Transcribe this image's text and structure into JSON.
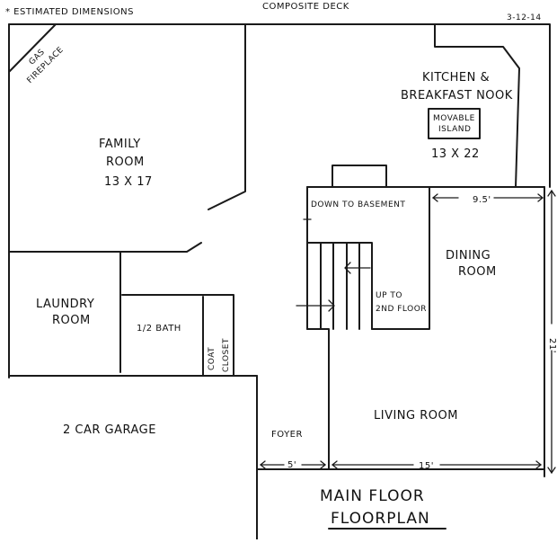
{
  "header": {
    "note": "* ESTIMATED DIMENSIONS",
    "deck": "COMPOSITE DECK",
    "date": "3-12-14"
  },
  "rooms": {
    "gas_fireplace": [
      "GAS",
      "FIREPLACE"
    ],
    "kitchen": [
      "KITCHEN &",
      "BREAKFAST NOOK"
    ],
    "movable_island": [
      "MOVABLE",
      "ISLAND"
    ],
    "kitchen_size": "13 X 22",
    "family_room": [
      "FAMILY",
      "ROOM"
    ],
    "family_size": "13 X 17",
    "down_to_basement": "DOWN TO BASEMENT",
    "dining_room": [
      "DINING",
      "ROOM"
    ],
    "up_to_2nd_floor": [
      "UP TO",
      "2ND FLOOR"
    ],
    "laundry_room": [
      "LAUNDRY",
      "ROOM"
    ],
    "half_bath": "1/2 BATH",
    "coat_closet": [
      "COAT",
      "CLOSET"
    ],
    "living_room": "LIVING ROOM",
    "garage": "2 CAR GARAGE",
    "foyer": "FOYER"
  },
  "dimensions": {
    "dining_width": "9.5'",
    "side_length": "21'",
    "foyer_width": "5'",
    "living_width": "15'"
  },
  "title": [
    "MAIN FLOOR",
    "FLOORPLAN"
  ]
}
